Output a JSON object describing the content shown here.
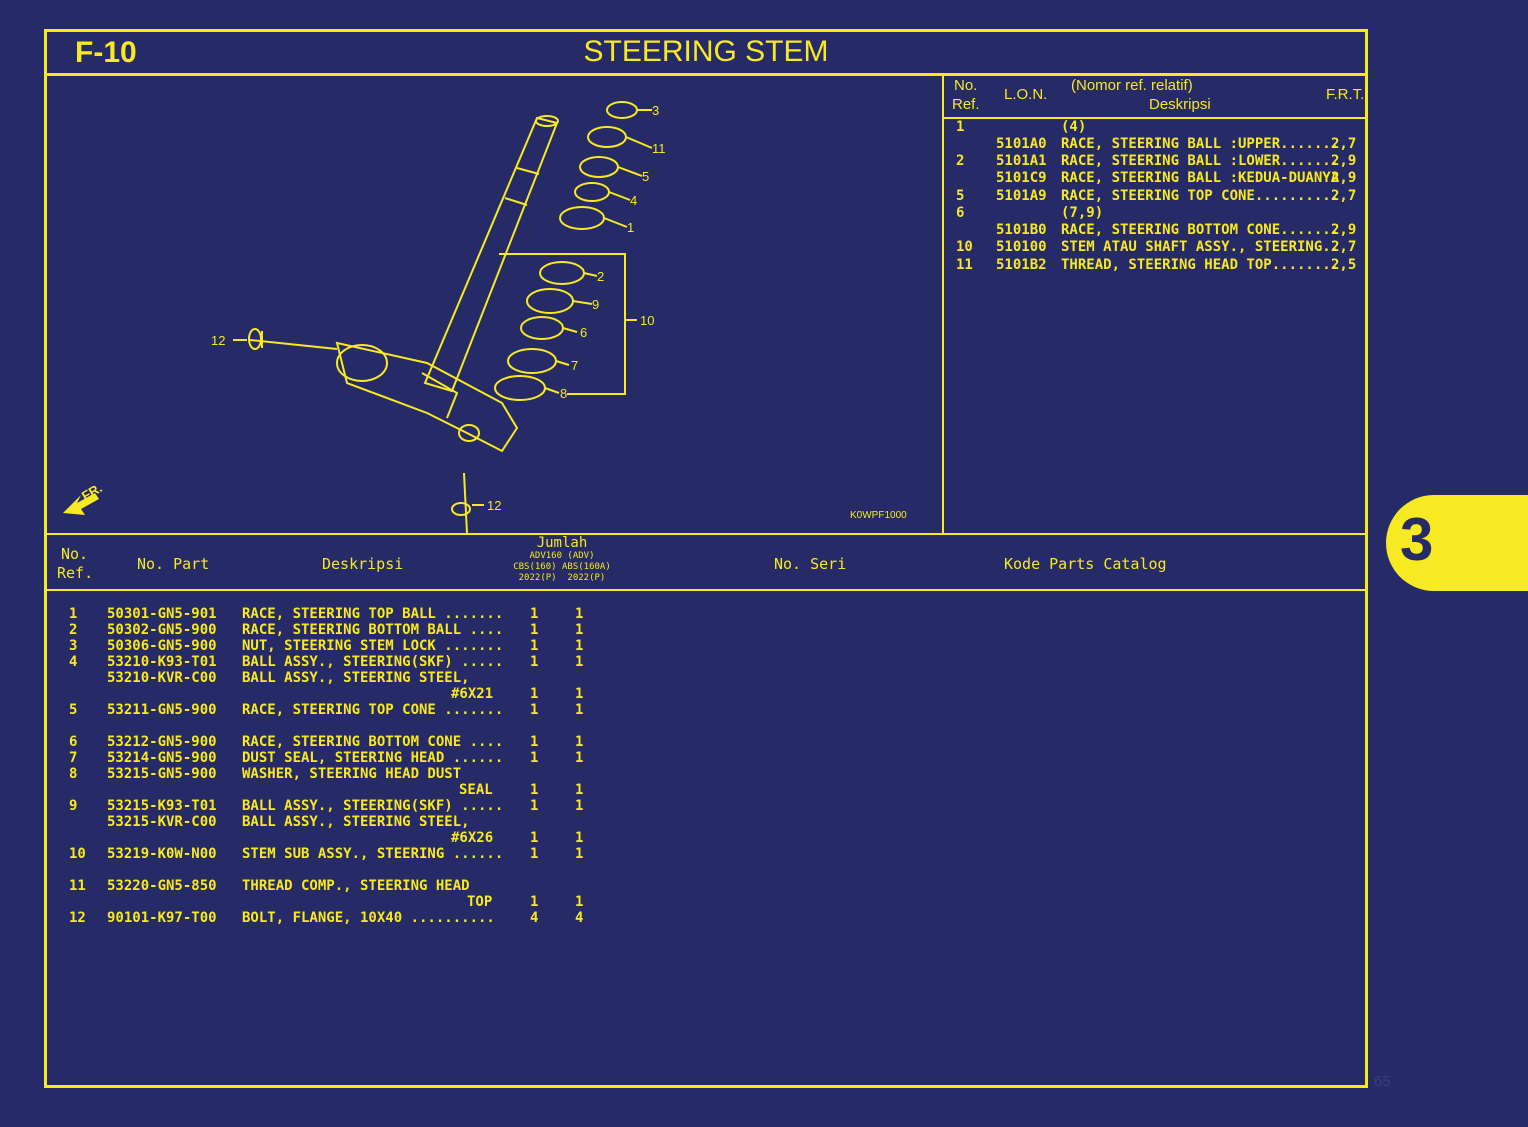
{
  "header": {
    "code": "F-10",
    "title": "STEERING STEM"
  },
  "diagram": {
    "callouts": [
      "3",
      "11",
      "5",
      "4",
      "1",
      "2",
      "9",
      "6",
      "7",
      "8",
      "10",
      "12",
      "12"
    ],
    "direction_label": "FR.",
    "figure_code": "K0WPF1000"
  },
  "ref_table": {
    "headers": {
      "no": "No.",
      "ref": "Ref.",
      "lon": "L.O.N.",
      "nomor": "(Nomor ref. relatif)",
      "deskripsi": "Deskripsi",
      "frt": "F.R.T."
    },
    "rows": [
      {
        "ref": "1",
        "lon": "",
        "desc": "(4)",
        "frt": ""
      },
      {
        "ref": "",
        "lon": "5101A0",
        "desc": "RACE, STEERING BALL :UPPER.......",
        "frt": "2,7"
      },
      {
        "ref": "2",
        "lon": "5101A1",
        "desc": "RACE, STEERING BALL :LOWER.......",
        "frt": "2,9"
      },
      {
        "ref": "",
        "lon": "5101C9",
        "desc": "RACE, STEERING BALL :KEDUA-DUANYA",
        "frt": "2,9"
      },
      {
        "ref": "5",
        "lon": "5101A9",
        "desc": "RACE, STEERING TOP CONE..........",
        "frt": "2,7"
      },
      {
        "ref": "6",
        "lon": "",
        "desc": "(7,9)",
        "frt": ""
      },
      {
        "ref": "",
        "lon": "5101B0",
        "desc": "RACE, STEERING BOTTOM CONE.......",
        "frt": "2,9"
      },
      {
        "ref": "10",
        "lon": "510100",
        "desc": "STEM ATAU SHAFT ASSY., STEERING..",
        "frt": "2,7"
      },
      {
        "ref": "11",
        "lon": "5101B2",
        "desc": "THREAD, STEERING HEAD TOP........",
        "frt": "2,5"
      }
    ]
  },
  "parts_table": {
    "headers": {
      "no": "No.",
      "ref": "Ref.",
      "part": "No. Part",
      "desc": "Deskripsi",
      "jumlah": "Jumlah",
      "model": "ADV160 (ADV)",
      "cbs": "CBS(160)",
      "abs": "ABS(160A)",
      "year1": "2022(P)",
      "year2": "2022(P)",
      "seri": "No. Seri",
      "kode": "Kode Parts Catalog"
    },
    "rows": [
      {
        "ref": "1",
        "part": "50301-GN5-901",
        "desc": "RACE, STEERING TOP BALL .......",
        "q1": "1",
        "q2": "1"
      },
      {
        "ref": "2",
        "part": "50302-GN5-900",
        "desc": "RACE, STEERING BOTTOM BALL ....",
        "q1": "1",
        "q2": "1"
      },
      {
        "ref": "3",
        "part": "50306-GN5-900",
        "desc": "NUT, STEERING STEM LOCK .......",
        "q1": "1",
        "q2": "1"
      },
      {
        "ref": "4",
        "part": "53210-K93-T01",
        "desc": "BALL ASSY., STEERING(SKF) .....",
        "q1": "1",
        "q2": "1"
      },
      {
        "ref": "",
        "part": "53210-KVR-C00",
        "desc": "BALL ASSY., STEERING STEEL,",
        "q1": "",
        "q2": ""
      },
      {
        "ref": "",
        "part": "",
        "desc": "#6X21",
        "q1": "1",
        "q2": "1",
        "cont": true
      },
      {
        "ref": "5",
        "part": "53211-GN5-900",
        "desc": "RACE, STEERING TOP CONE .......",
        "q1": "1",
        "q2": "1"
      },
      {
        "ref": "6",
        "part": "53212-GN5-900",
        "desc": "RACE, STEERING BOTTOM CONE ....",
        "q1": "1",
        "q2": "1"
      },
      {
        "ref": "7",
        "part": "53214-GN5-900",
        "desc": "DUST SEAL, STEERING HEAD ......",
        "q1": "1",
        "q2": "1"
      },
      {
        "ref": "8",
        "part": "53215-GN5-900",
        "desc": "WASHER, STEERING HEAD DUST",
        "q1": "",
        "q2": ""
      },
      {
        "ref": "",
        "part": "",
        "desc": "SEAL",
        "q1": "1",
        "q2": "1",
        "cont": true
      },
      {
        "ref": "9",
        "part": "53215-K93-T01",
        "desc": "BALL ASSY., STEERING(SKF) .....",
        "q1": "1",
        "q2": "1"
      },
      {
        "ref": "",
        "part": "53215-KVR-C00",
        "desc": "BALL ASSY., STEERING STEEL,",
        "q1": "",
        "q2": ""
      },
      {
        "ref": "",
        "part": "",
        "desc": "#6X26",
        "q1": "1",
        "q2": "1",
        "cont": true
      },
      {
        "ref": "10",
        "part": "53219-K0W-N00",
        "desc": "STEM SUB ASSY., STEERING ......",
        "q1": "1",
        "q2": "1"
      },
      {
        "ref": "11",
        "part": "53220-GN5-850",
        "desc": "THREAD COMP., STEERING HEAD",
        "q1": "",
        "q2": ""
      },
      {
        "ref": "",
        "part": "",
        "desc": "TOP",
        "q1": "1",
        "q2": "1",
        "cont": true
      },
      {
        "ref": "12",
        "part": "90101-K97-T00",
        "desc": "BOLT, FLANGE, 10X40 ..........",
        "q1": "4",
        "q2": "4"
      }
    ]
  },
  "side_tab": {
    "label": "3"
  },
  "page_number": "65",
  "colors": {
    "background": "#262a66",
    "accent": "#f7ea22"
  }
}
